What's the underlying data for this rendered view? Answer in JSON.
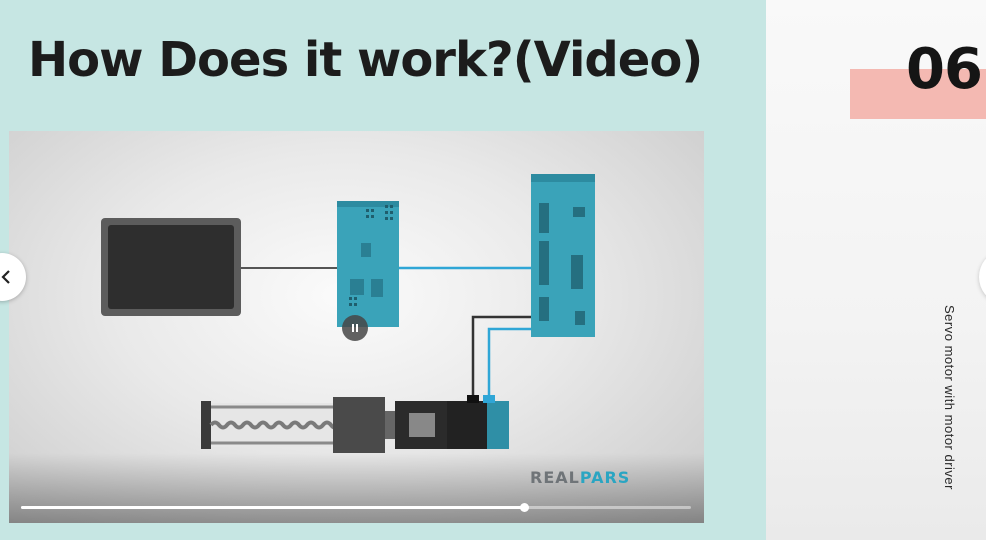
{
  "slide": {
    "title": "How Does it work?(Video)"
  },
  "video": {
    "brand_primary": "REAL",
    "brand_accent": "PARS",
    "playback_state": "playing",
    "progress_fraction": 0.75,
    "colors": {
      "device_blue": "#3aa3b9",
      "cable_blue": "#2fa6d6",
      "brand_accent": "#2aa5c2"
    }
  },
  "navigation": {
    "prev_icon": "chevron-left-icon",
    "next_icon": "chevron-right-icon"
  },
  "next_slide": {
    "number": "06",
    "caption": "Servo motor with motor driver",
    "accent_color": "#f4b9b2"
  }
}
